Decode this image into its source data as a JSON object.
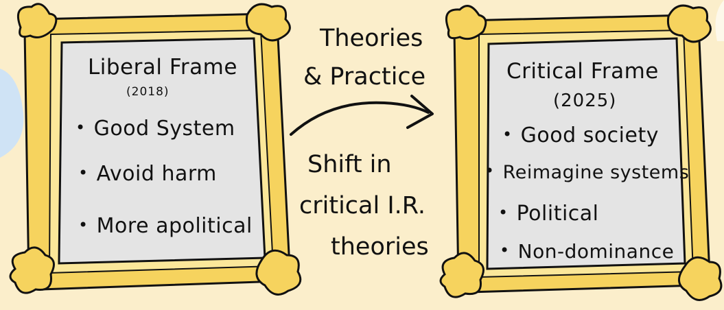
{
  "left_frame": {
    "title": "Liberal Frame",
    "year": "(2018)",
    "bullets": [
      "Good System",
      "Avoid harm",
      "More apolitical"
    ]
  },
  "right_frame": {
    "title": "Critical Frame",
    "year": "(2025)",
    "bullets": [
      "Good society",
      "Reimagine systems",
      "Political",
      "Non-dominance"
    ]
  },
  "arrow_label": [
    "Theories",
    "& Practice"
  ],
  "shift_label": [
    "Shift in",
    "critical I.R.",
    "theories"
  ],
  "colors": {
    "background": "#fbeecb",
    "frame_gold": "#f6d35e",
    "frame_light": "#fbe79a",
    "panel": "#e4e4e4",
    "ink": "#111111",
    "blob_blue": "#cfe3f5"
  }
}
